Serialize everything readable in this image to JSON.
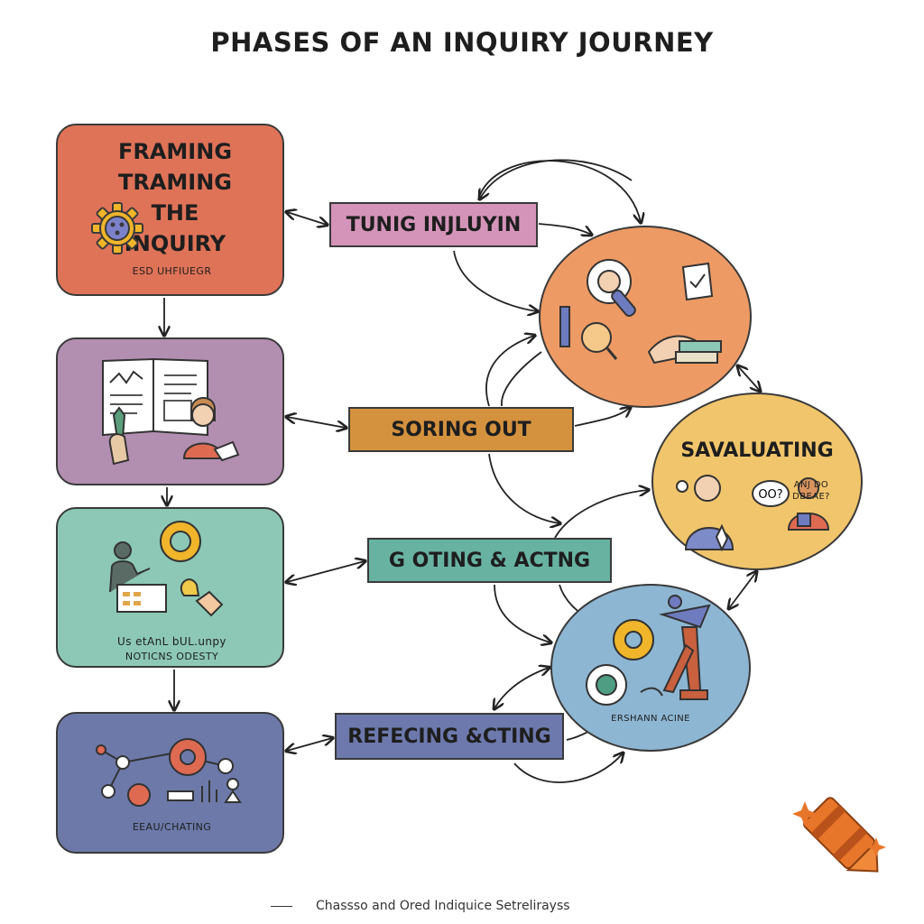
{
  "title": "PHASES OF AN INQUIRY JOURNEY",
  "boxes": {
    "framing": {
      "title": "FRAMING\nTRAMING\nTHE\nINQUIRY",
      "caption": "ESD UHFIUEGR"
    },
    "sharing_caption": {
      "line1": "Us etAnL bUL.unpy",
      "line2": "NOTICNS ODESTY"
    },
    "reflect_caption": "EEAU/CHATING"
  },
  "labels": {
    "tuning": "TUNIG  INJLUYIN",
    "sorting": "SORING OUT",
    "going": "G OTING & ACTNG",
    "reflecting": "REFECING &CTING"
  },
  "circles": {
    "evaluating": {
      "title": "SAVALUATING",
      "speech": "ANJ DO\nDBEAE?",
      "bubble": "OO?"
    },
    "action": {
      "caption": "ERSHANN ACINE"
    }
  },
  "footer": "Chassso  and  Ored  Indiquice  Setrelirayss",
  "colors": {
    "framing": "#df7358",
    "finding_out": "#b28fb1",
    "going_further": "#8cc8b5",
    "reflecting": "#6c79a9",
    "tuning_label": "#d494b9",
    "sorting_label": "#d4923e",
    "going_label": "#68b2a2",
    "reflecting_label": "#6d79ad",
    "circle_top": "#ed9a64",
    "circle_eval": "#f1c56b",
    "circle_action": "#8db6d3",
    "crayon": "#e7762a"
  }
}
